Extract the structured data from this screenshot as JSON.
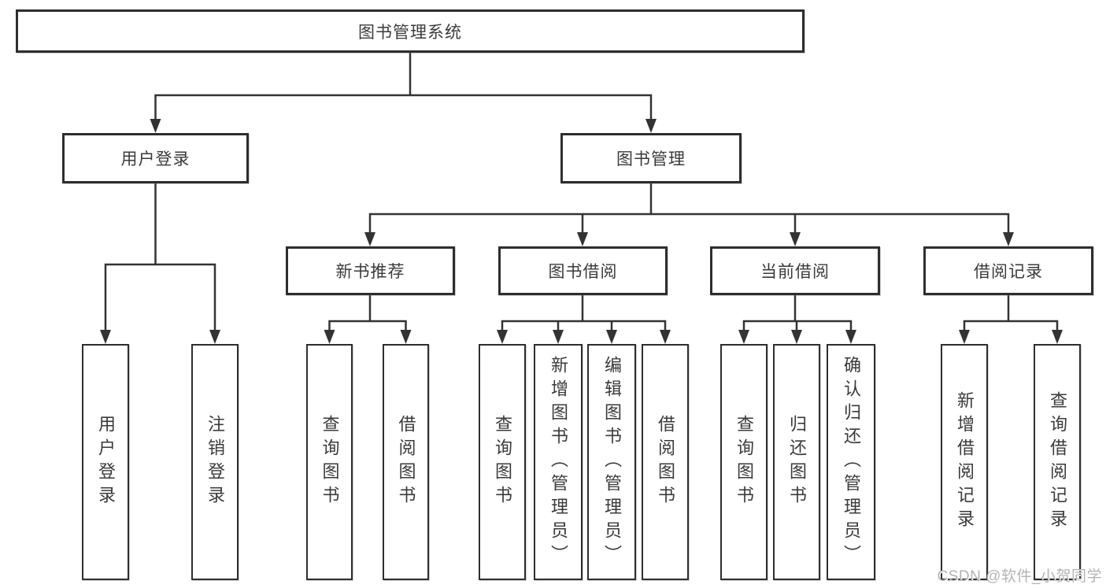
{
  "page": {
    "background": "#ffffff",
    "line_color": "#333333",
    "border_color": "#2e2e2e",
    "text_color": "#3a3a3a"
  },
  "tree": {
    "root": {
      "label": "图书管理系统"
    },
    "level2": {
      "user_login": {
        "label": "用户登录"
      },
      "book_management": {
        "label": "图书管理"
      }
    },
    "level3": {
      "new_book_recommend": {
        "label": "新书推荐"
      },
      "book_borrowing": {
        "label": "图书借阅"
      },
      "current_borrowing": {
        "label": "当前借阅"
      },
      "borrowing_records": {
        "label": "借阅记录"
      }
    },
    "leaves": {
      "user_login_leaf": {
        "label": "用户登录"
      },
      "logout": {
        "label": "注销登录"
      },
      "rec_query_books": {
        "label": "查询图书"
      },
      "rec_borrow_books": {
        "label": "借阅图书"
      },
      "bb_query_books": {
        "label": "查询图书"
      },
      "bb_add_books": {
        "label": "新增图书（管理员）"
      },
      "bb_edit_books": {
        "label": "编辑图书（管理员）"
      },
      "bb_borrow_books": {
        "label": "借阅图书"
      },
      "cb_query_books": {
        "label": "查询图书"
      },
      "cb_return_books": {
        "label": "归还图书"
      },
      "cb_confirm_return": {
        "label": "确认归还（管理员）"
      },
      "br_add_record": {
        "label": "新增借阅记录"
      },
      "br_query_record": {
        "label": "查询借阅记录"
      }
    }
  },
  "watermark": {
    "text": "CSDN @软件_小贺同学",
    "color": "#b3b3b3"
  }
}
